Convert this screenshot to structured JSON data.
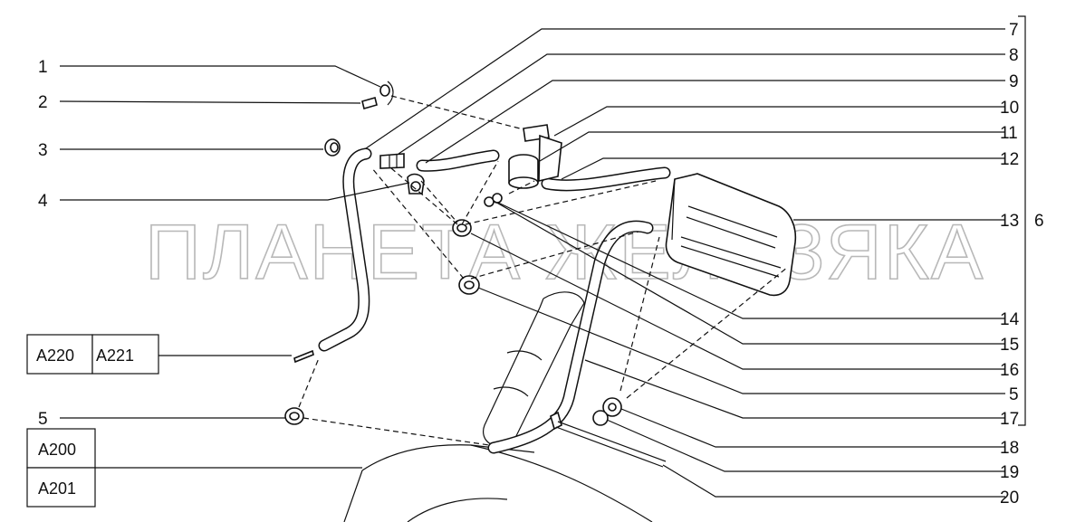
{
  "watermark": "ПЛАНЕТА ЖЕЛЕЗЯКА",
  "callouts": {
    "c1": "1",
    "c2": "2",
    "c3": "3",
    "c4": "4",
    "c5l": "5",
    "c7": "7",
    "c8": "8",
    "c9": "9",
    "c10": "10",
    "c11": "11",
    "c12": "12",
    "c13": "13",
    "c6": "6",
    "c14": "14",
    "c15": "15",
    "c16": "16",
    "c5r": "5",
    "c17": "17",
    "c18": "18",
    "c19": "19",
    "c20": "20"
  },
  "refs": {
    "a220": "A220",
    "a221": "A221",
    "a200": "A200",
    "a201": "A201"
  },
  "icons": [
    "bolt-icon",
    "washer-icon",
    "clamp-icon",
    "hose-icon",
    "canister-icon",
    "separator-tank-icon",
    "filler-pipe-icon",
    "nut-icon",
    "cable-tie-icon"
  ]
}
